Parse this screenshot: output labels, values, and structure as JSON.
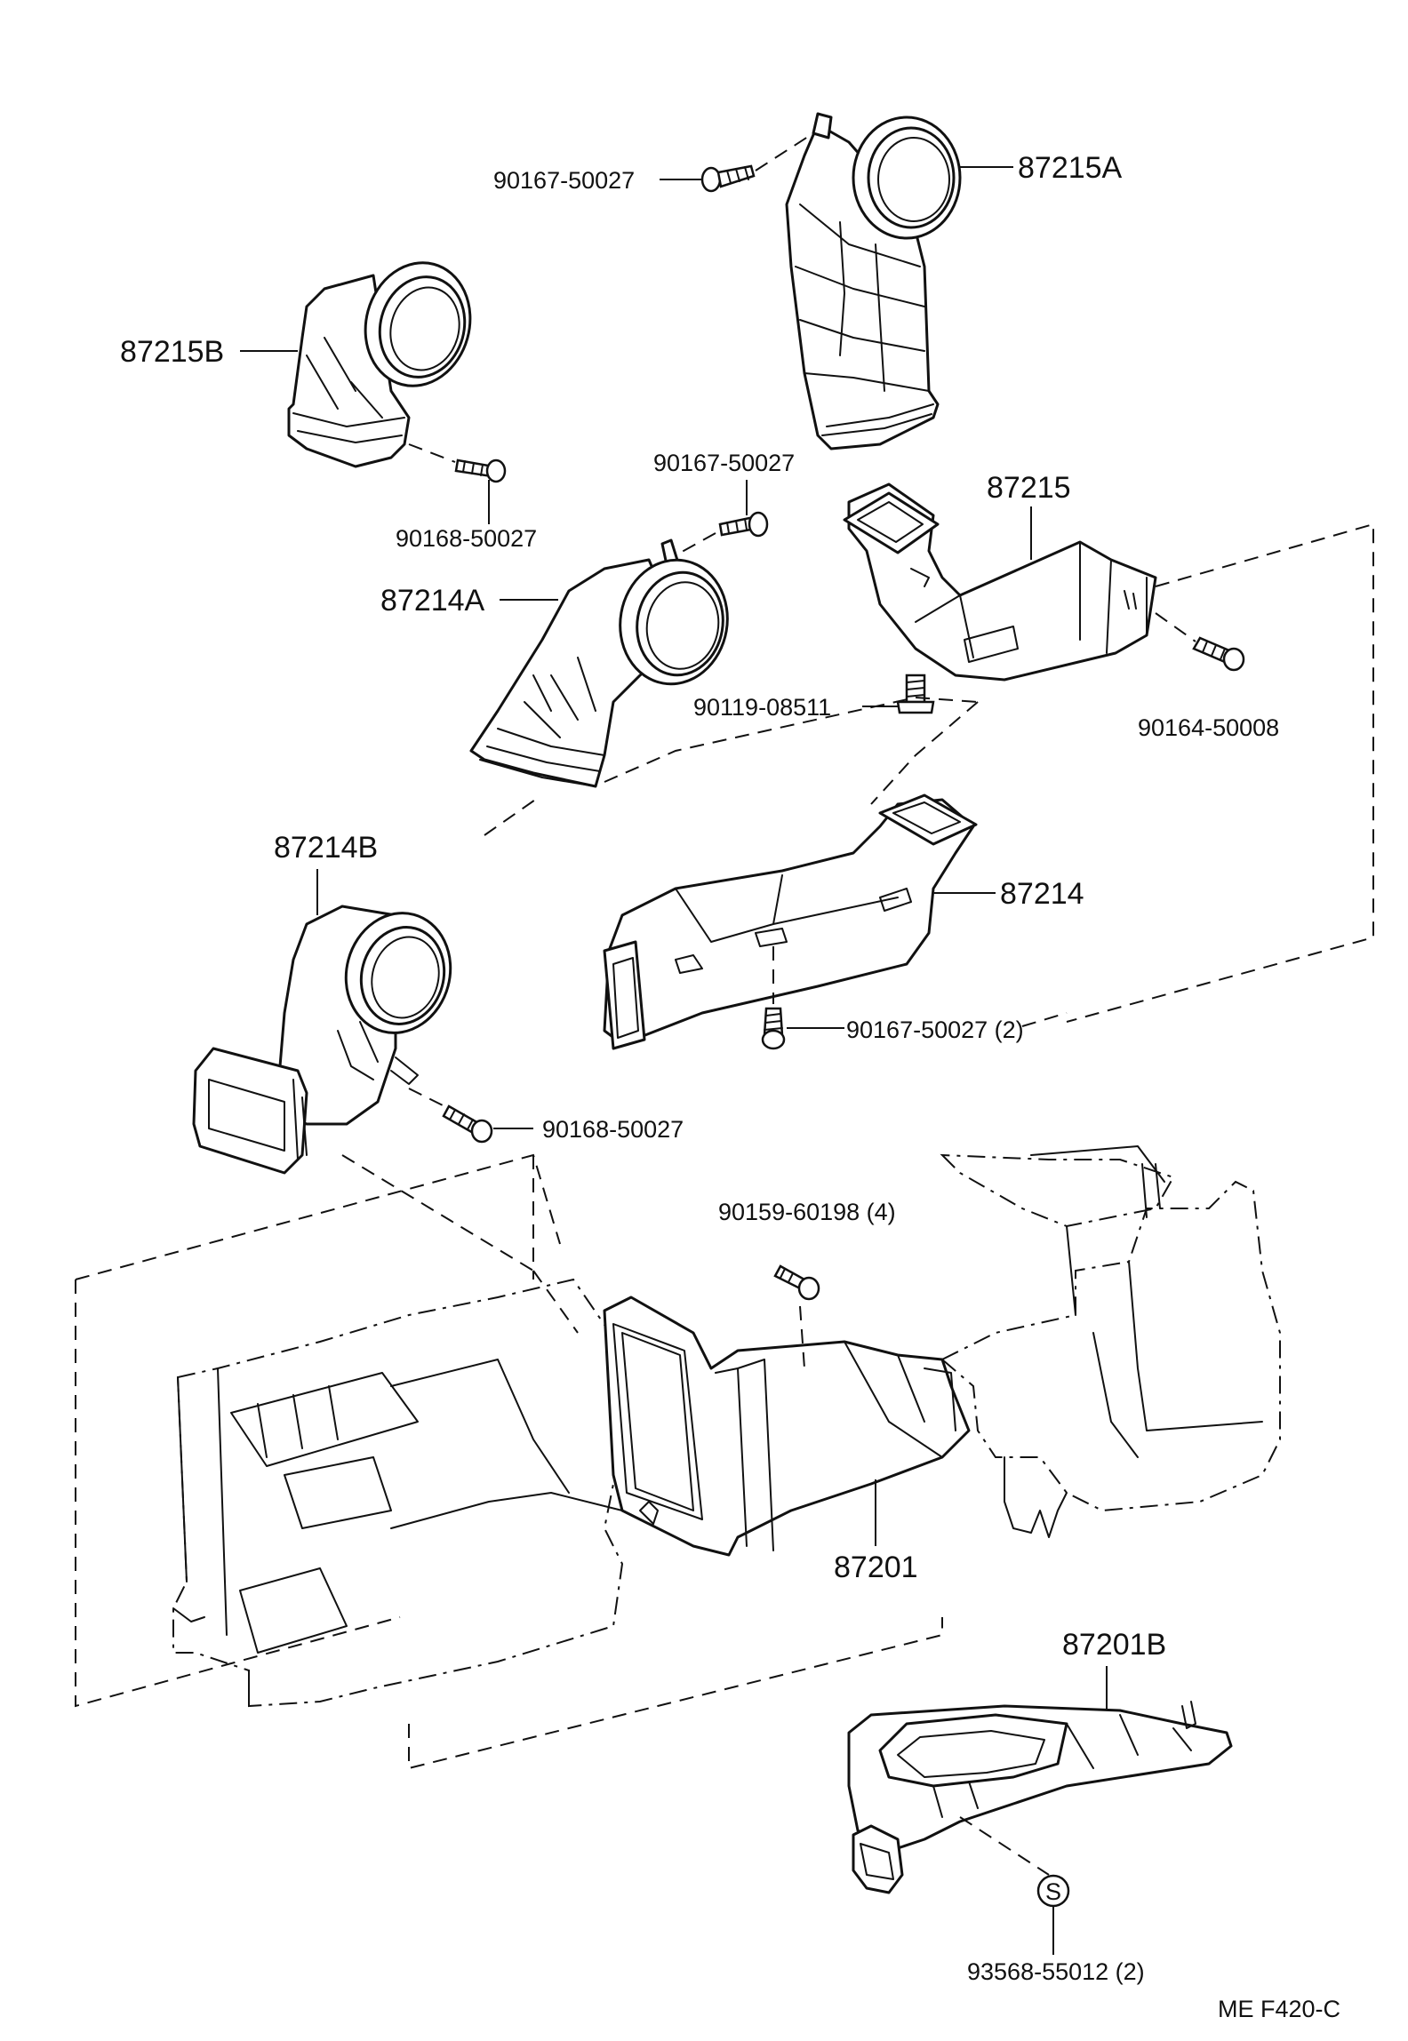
{
  "diagram": {
    "labels": {
      "p87215A": "87215A",
      "p90167_a": "90167-50027",
      "p87215B": "87215B",
      "p90168_a": "90168-50027",
      "p90167_b": "90167-50027",
      "p87215": "87215",
      "p87214A": "87214A",
      "p90119": "90119-08511",
      "p90164": "90164-50008",
      "p87214B": "87214B",
      "p87214": "87214",
      "p90167_c": "90167-50027 (2)",
      "p90168_b": "90168-50027",
      "p90159": "90159-60198 (4)",
      "p87201": "87201",
      "p87201B": "87201B",
      "s_symbol": "S",
      "p93568": "93568-55012 (2)",
      "figure_code": "ME  F420-C"
    }
  }
}
